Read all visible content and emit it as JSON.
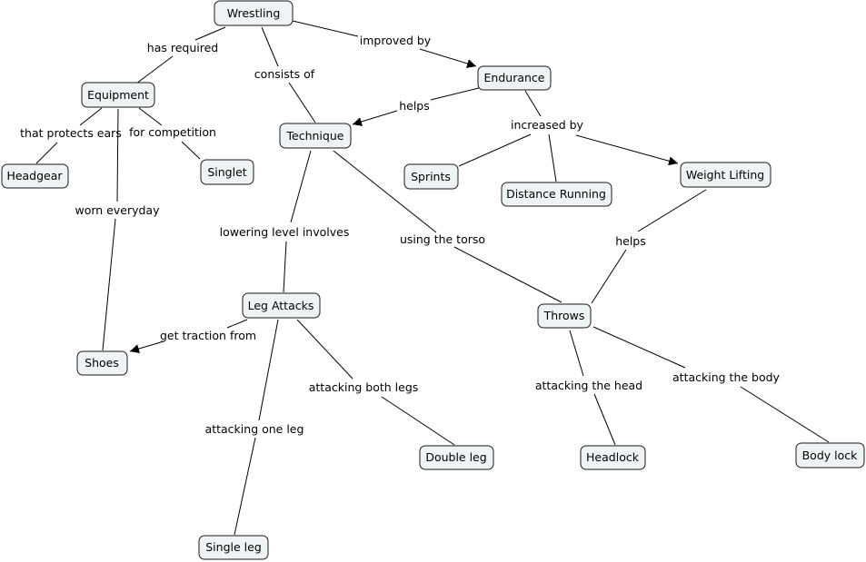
{
  "concept_map": {
    "nodes": [
      {
        "id": "wrestling",
        "label": "Wrestling"
      },
      {
        "id": "equipment",
        "label": "Equipment"
      },
      {
        "id": "endurance",
        "label": "Endurance"
      },
      {
        "id": "technique",
        "label": "Technique"
      },
      {
        "id": "headgear",
        "label": "Headgear"
      },
      {
        "id": "singlet",
        "label": "Singlet"
      },
      {
        "id": "sprints",
        "label": "Sprints"
      },
      {
        "id": "distance",
        "label": "Distance Running"
      },
      {
        "id": "weightlifting",
        "label": "Weight Lifting"
      },
      {
        "id": "legattacks",
        "label": "Leg Attacks"
      },
      {
        "id": "throws",
        "label": "Throws"
      },
      {
        "id": "shoes",
        "label": "Shoes"
      },
      {
        "id": "doubleleg",
        "label": "Double leg"
      },
      {
        "id": "headlock",
        "label": "Headlock"
      },
      {
        "id": "bodylock",
        "label": "Body lock"
      },
      {
        "id": "singleleg",
        "label": "Single leg"
      }
    ],
    "links": [
      {
        "id": "has-required",
        "label": "has required"
      },
      {
        "id": "consists-of",
        "label": "consists of"
      },
      {
        "id": "improved-by",
        "label": "improved by"
      },
      {
        "id": "helps-technique",
        "label": "helps"
      },
      {
        "id": "increased-by",
        "label": "increased by"
      },
      {
        "id": "protects-ears",
        "label": "that protects ears"
      },
      {
        "id": "for-competition",
        "label": "for competition"
      },
      {
        "id": "worn-everyday",
        "label": "worn everyday"
      },
      {
        "id": "lowering-level",
        "label": "lowering level involves"
      },
      {
        "id": "using-torso",
        "label": "using the torso"
      },
      {
        "id": "helps-throws",
        "label": "helps"
      },
      {
        "id": "get-traction",
        "label": "get traction from"
      },
      {
        "id": "attacking-both",
        "label": "attacking both legs"
      },
      {
        "id": "attacking-one",
        "label": "attacking one leg"
      },
      {
        "id": "attacking-head",
        "label": "attacking the head"
      },
      {
        "id": "attacking-body",
        "label": "attacking the body"
      }
    ]
  }
}
